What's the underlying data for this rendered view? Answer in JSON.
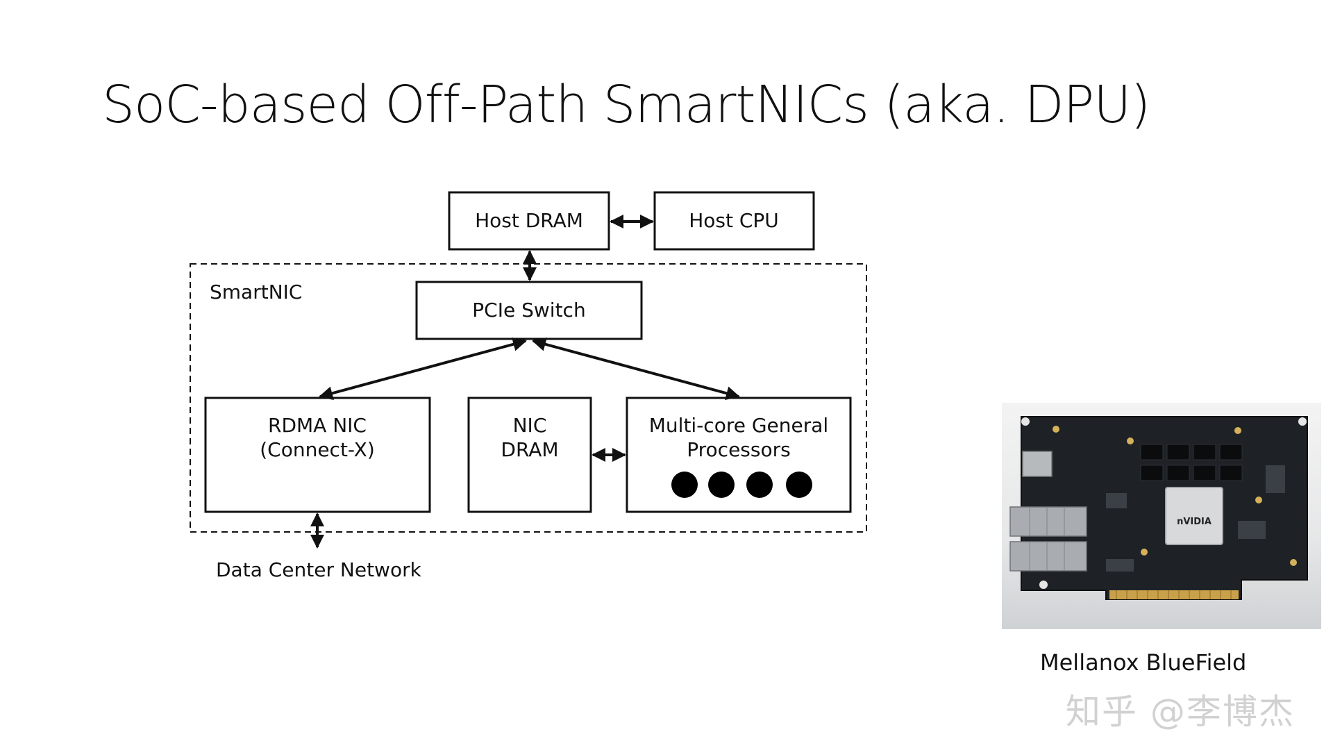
{
  "slide": {
    "title": "SoC-based Off-Path SmartNICs (aka. DPU)"
  },
  "diagram": {
    "group_label": "SmartNIC",
    "host_dram": "Host DRAM",
    "host_cpu": "Host CPU",
    "pcie_switch": "PCIe Switch",
    "rdma_nic_line1": "RDMA NIC",
    "rdma_nic_line2": "(Connect-X)",
    "nic_dram_line1": "NIC",
    "nic_dram_line2": "DRAM",
    "processors_line1": "Multi-core General",
    "processors_line2": "Processors",
    "network_label": "Data Center Network",
    "processor_core_count": 4
  },
  "photo": {
    "caption": "Mellanox BlueField",
    "chip_brand": "nVIDIA"
  },
  "watermark": {
    "text": "知乎 @李博杰"
  }
}
